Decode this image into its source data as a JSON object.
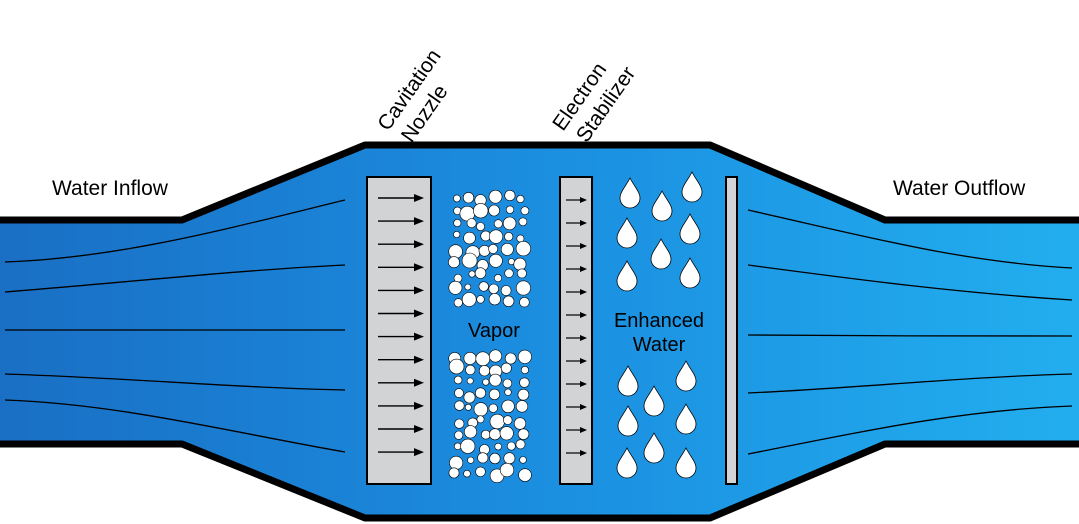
{
  "labels": {
    "inflow": "Water Inflow",
    "outflow": "Water Outflow",
    "nozzle_line1": "Cavitation",
    "nozzle_line2": "Nozzle",
    "stabilizer_line1": "Electron",
    "stabilizer_line2": "Stabilizer",
    "vapor": "Vapor",
    "enhanced_line1": "Enhanced",
    "enhanced_line2": "Water"
  },
  "colors": {
    "pipe_dark": "#1a6fc4",
    "pipe_light": "#2aa7ea",
    "chamber": "#1b8ee0",
    "panel": "#d1d3d4",
    "outline": "#000000",
    "bubble": "#ffffff"
  },
  "icons": {
    "flow_arrow": "arrow-right-icon",
    "bubble": "vapor-bubble-icon",
    "droplet": "water-droplet-icon"
  }
}
